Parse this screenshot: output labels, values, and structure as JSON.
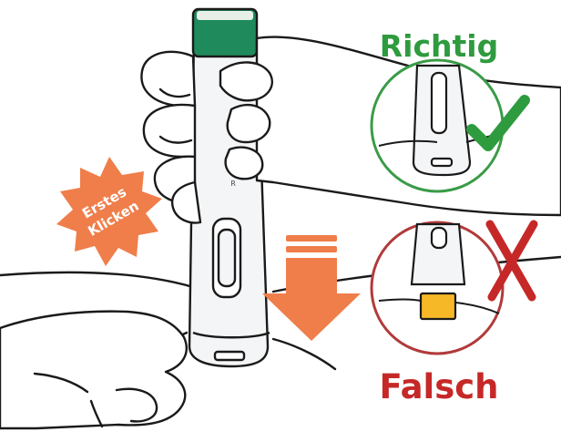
{
  "instruction": {
    "first_click_badge": {
      "line1": "Erstes",
      "line2": "Klicken"
    },
    "correct": {
      "label": "Richtig",
      "color": "#2e9b3e",
      "icon": "checkmark-icon"
    },
    "incorrect": {
      "label": "Falsch",
      "color": "#c62828",
      "icon": "cross-icon"
    },
    "arrow": {
      "icon": "down-arrow-icon",
      "color": "#ef7e4a"
    },
    "badge_color": "#ef7e4a",
    "pen_cap_color": "#1f8a5b",
    "indicator_yellow": "#f6b826"
  }
}
